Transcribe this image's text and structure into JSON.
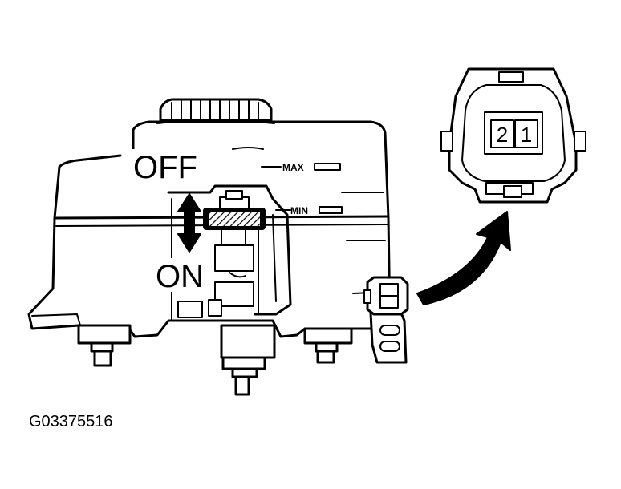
{
  "labels": {
    "off": "OFF",
    "on": "ON",
    "max": "MAX",
    "min": "MIN",
    "figure_code": "G03375516"
  },
  "connector": {
    "pins": [
      "2",
      "1"
    ]
  }
}
